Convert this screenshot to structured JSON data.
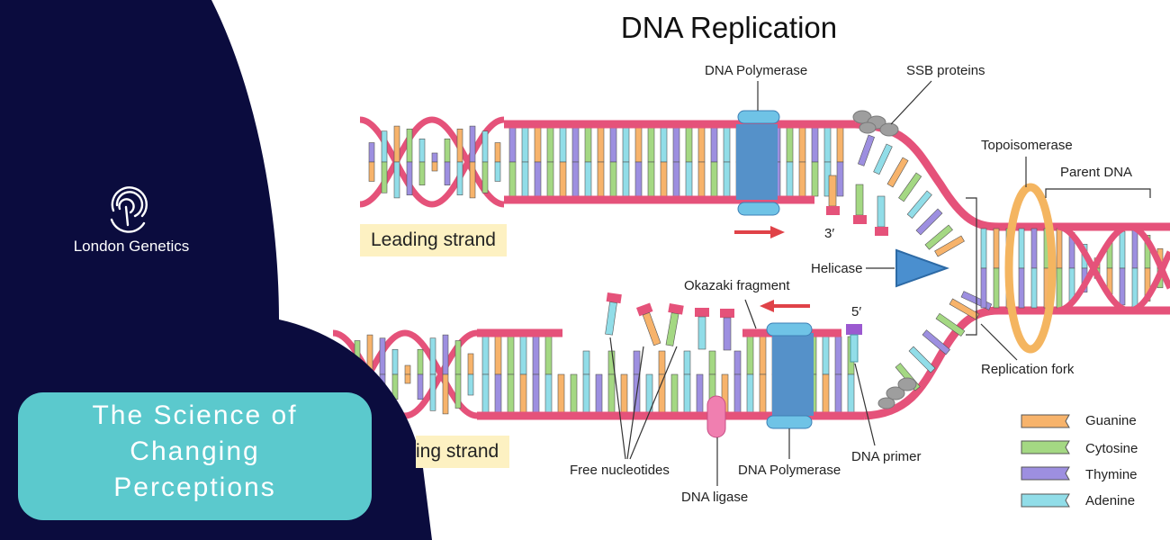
{
  "title": "DNA Replication",
  "brand": {
    "name": "London Genetics",
    "logo_icon": "fingerprint-logo-icon"
  },
  "banner": {
    "lines": [
      "The Science of",
      "Changing",
      "Perceptions"
    ]
  },
  "strands": {
    "leading": "Leading strand",
    "lagging_visible": "ing strand"
  },
  "labels": {
    "dna_polymerase_top": "DNA Polymerase",
    "ssb_proteins": "SSB proteins",
    "topoisomerase": "Topoisomerase",
    "parent_dna": "Parent DNA",
    "three_prime": "3′",
    "helicase": "Helicase",
    "okazaki_fragment": "Okazaki fragment",
    "five_prime": "5′",
    "replication_fork": "Replication fork",
    "free_nucleotides": "Free nucleotides",
    "dna_polymerase_bottom": "DNA Polymerase",
    "dna_primer": "DNA primer",
    "dna_ligase": "DNA ligase"
  },
  "legend": [
    {
      "label": "Guanine",
      "color": "#f7b36b"
    },
    {
      "label": "Cytosine",
      "color": "#a4d883"
    },
    {
      "label": "Thymine",
      "color": "#9d8fe0"
    },
    {
      "label": "Adenine",
      "color": "#91dde8"
    }
  ],
  "colors": {
    "backbone": "#e5527a",
    "navy": "#0b0c3e",
    "teal": "#5bc9cd",
    "polymerase": "#6fc3e6",
    "helicase": "#4a8fcf",
    "topoisomerase": "#f4b560",
    "ssb": "#a0a0a0",
    "arrow": "#e04248",
    "ligase": "#f07fb0"
  }
}
